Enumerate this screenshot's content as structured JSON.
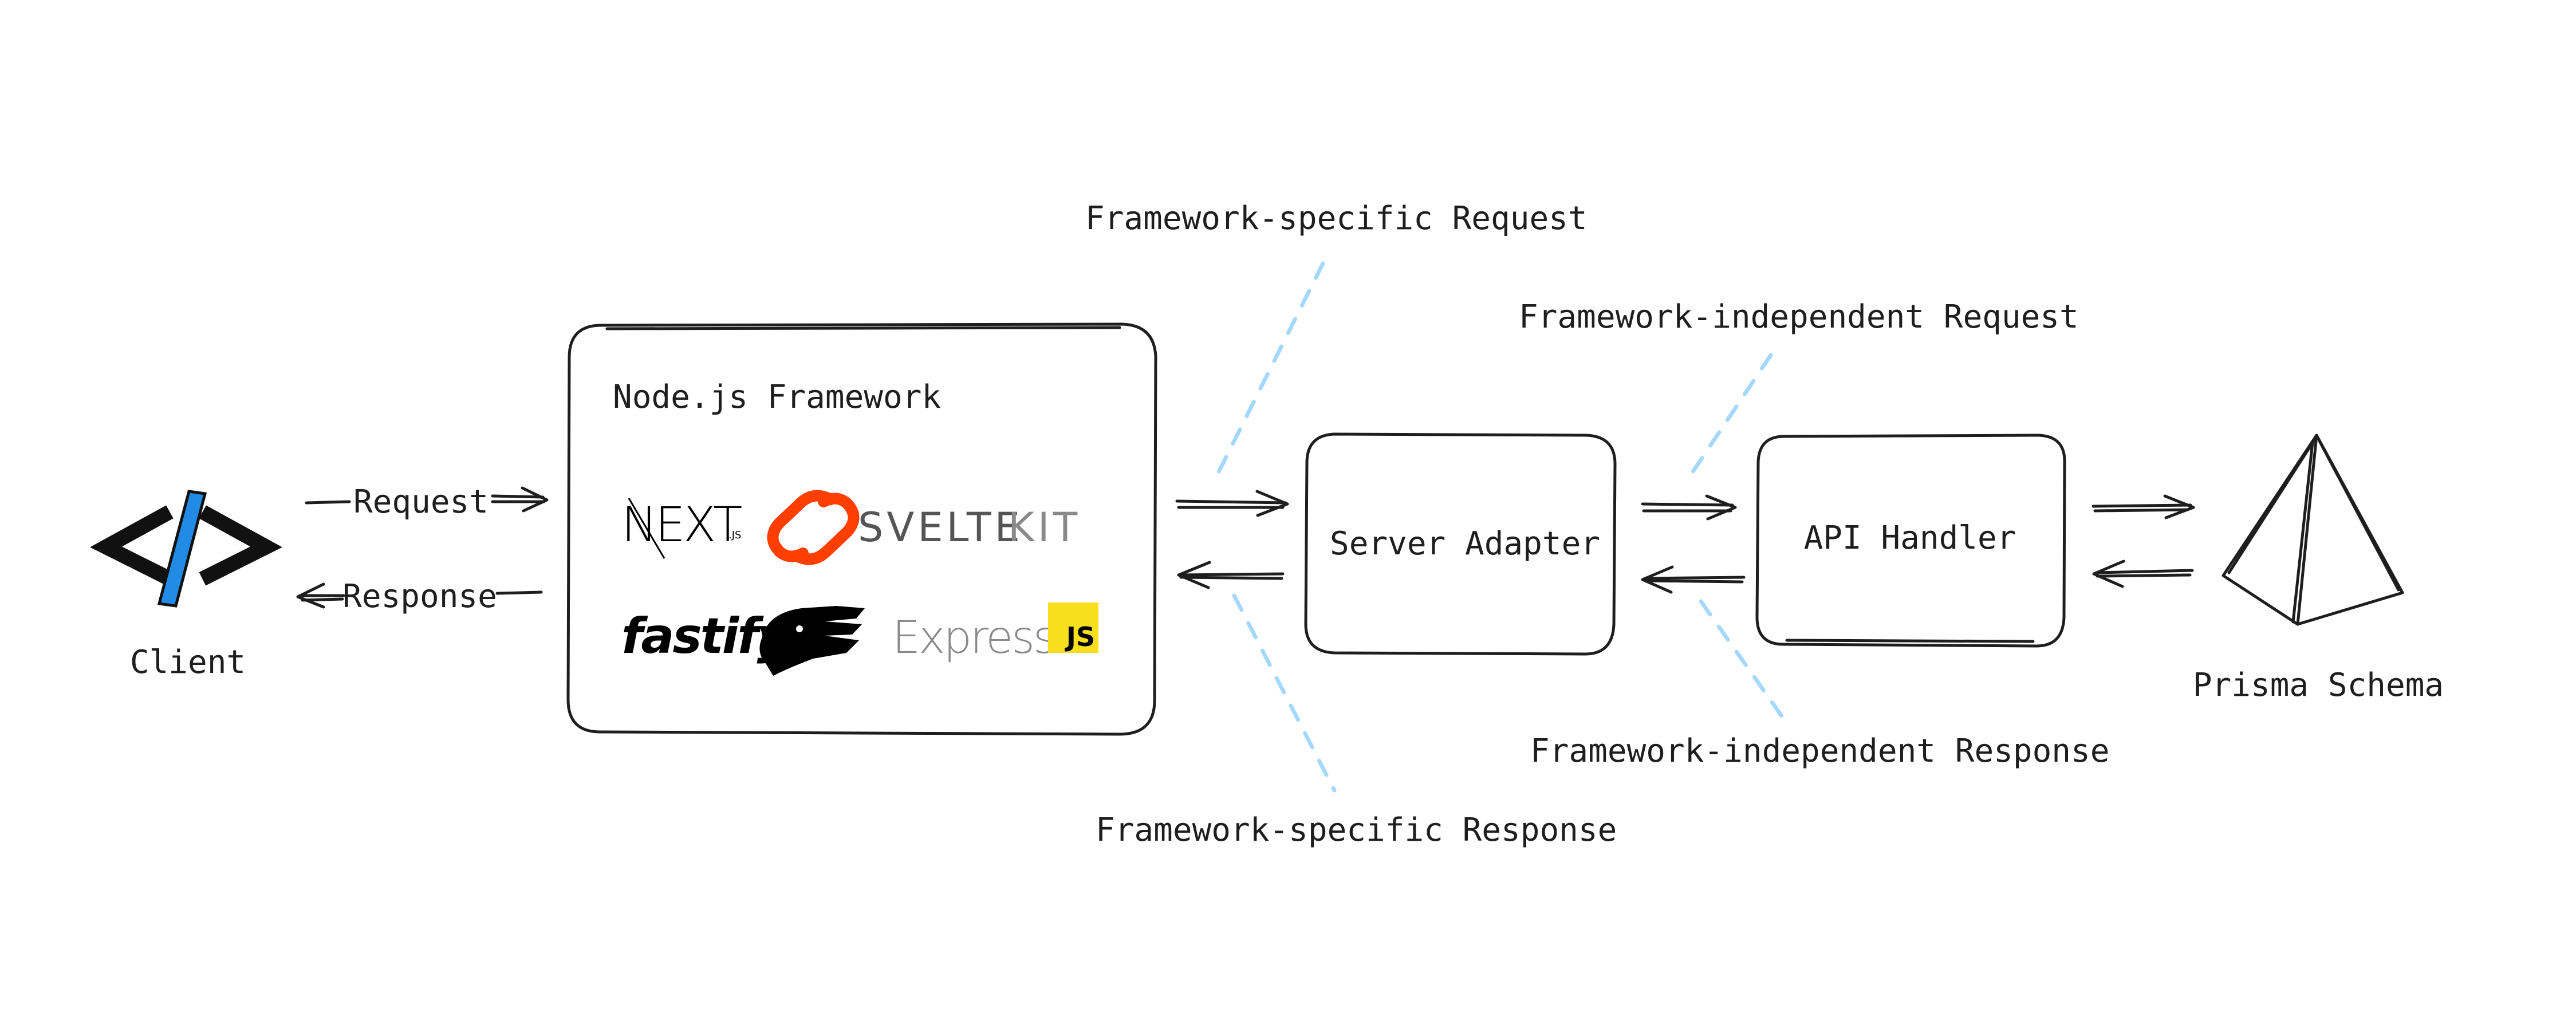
{
  "labels": {
    "client": "Client",
    "request": "Request",
    "response": "Response",
    "node_framework": "Node.js Framework",
    "server_adapter": "Server Adapter",
    "api_handler": "API Handler",
    "prisma_schema": "Prisma Schema",
    "fw_specific_request": "Framework-specific Request",
    "fw_specific_response": "Framework-specific Response",
    "fw_independent_request": "Framework-independent Request",
    "fw_independent_response": "Framework-independent Response"
  },
  "logos": {
    "next": "NEXT",
    "next_suffix": ".JS",
    "sveltekit_svelte": "SVELTE",
    "sveltekit_kit": "KIT",
    "fastify": "fastify",
    "express": "Express",
    "express_js": "JS"
  },
  "colors": {
    "ink": "#1e1e1e",
    "dashed_connector": "#a5d8ff",
    "client_slash": "#228be6",
    "svelte": "#ff3e00",
    "express_badge": "#f7df1e",
    "kit_gray": "#6b6b6b"
  },
  "icons": {
    "client": "code-brackets-icon",
    "prisma": "prisma-pyramid-icon"
  }
}
